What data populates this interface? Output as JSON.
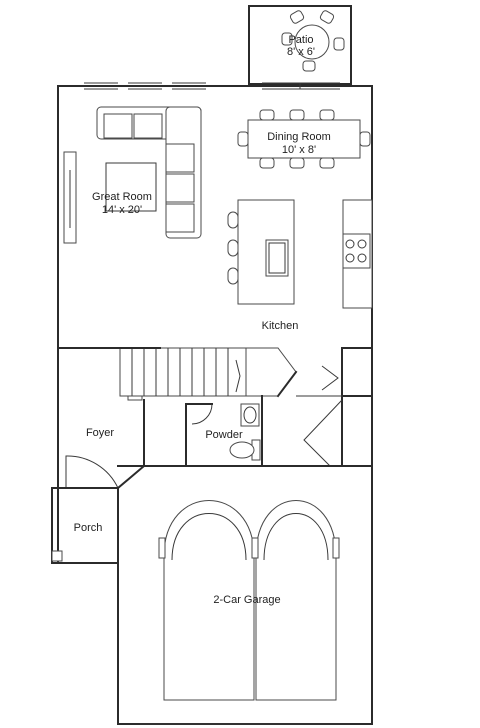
{
  "rooms": {
    "patio": {
      "name": "Patio",
      "size": "8' x 6'"
    },
    "dining": {
      "name": "Dining Room",
      "size": "10' x 8'"
    },
    "great": {
      "name": "Great Room",
      "size": "14' x 20'"
    },
    "kitchen": {
      "name": "Kitchen"
    },
    "foyer": {
      "name": "Foyer"
    },
    "powder": {
      "name": "Powder"
    },
    "porch": {
      "name": "Porch"
    },
    "garage": {
      "name": "2-Car Garage"
    }
  },
  "icons": [
    "sofa-icon",
    "dining-table-icon",
    "range-icon",
    "sink-icon",
    "toilet-icon",
    "car-icon",
    "patio-table-icon",
    "tv-icon",
    "stairs-icon",
    "door-swing-icon"
  ],
  "colors": {
    "line": "#2b2b2b",
    "background": "#ffffff"
  }
}
